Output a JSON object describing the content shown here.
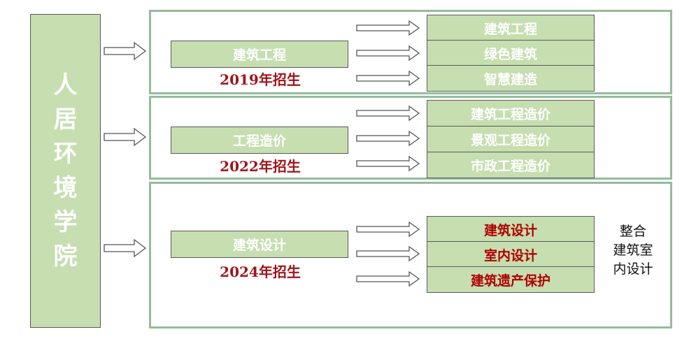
{
  "college": {
    "name": [
      "人",
      "居",
      "环",
      "境",
      "学",
      "院"
    ]
  },
  "groups": [
    {
      "major": "建筑工程",
      "year": "2019年招生",
      "directions": [
        "建筑工程",
        "绿色建筑",
        "智慧建造"
      ]
    },
    {
      "major": "工程造价",
      "year": "2022年招生",
      "directions": [
        "建筑工程造价",
        "景观工程造价",
        "市政工程造价"
      ]
    },
    {
      "major": "建筑设计",
      "year": "2024年招生",
      "directions": [
        "建筑设计",
        "室内设计",
        "建筑遗产保护"
      ]
    }
  ],
  "note": [
    "整合",
    "建筑室",
    "内设计"
  ],
  "colors": {
    "box_fill": "#c6deb0",
    "panel_border": "#94bc9d",
    "year_text": "#a0161b",
    "highlight_text": "#b00000"
  }
}
